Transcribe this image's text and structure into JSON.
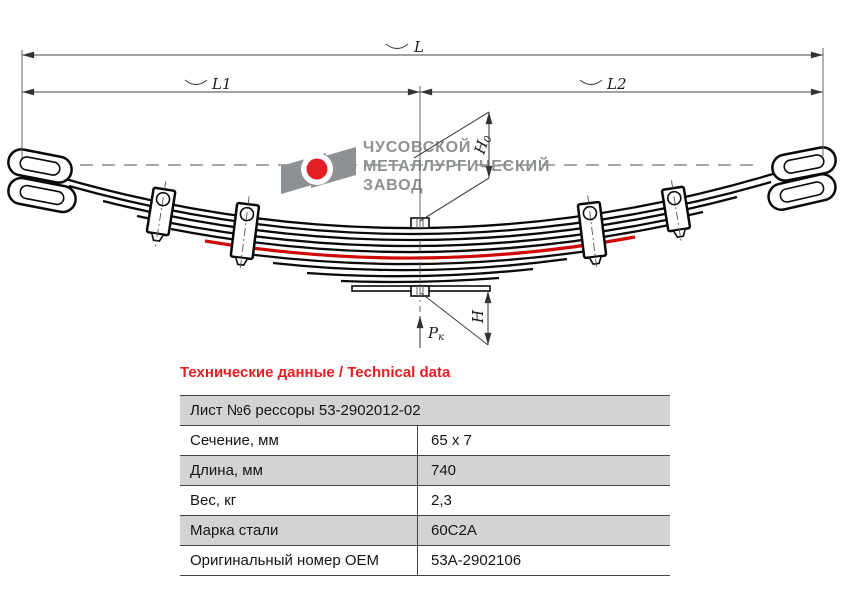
{
  "colors": {
    "accent-red": "#e31e24",
    "leaf-red": "#cf0a0a",
    "logo-gray": "#8d9193",
    "row-gray": "#d3d3d3",
    "border-dark": "#454545"
  },
  "drawing": {
    "logo": {
      "line1": "ЧУСОВСКОЙ",
      "line2": "МЕТАЛЛУРГИЧЕСКИЙ",
      "line3": "ЗАВОД"
    },
    "dims": {
      "l": "L",
      "l1": "L1",
      "l2": "L2",
      "h0_main": "H",
      "h0_sub": "0",
      "h": "H",
      "pk_main": "P",
      "pk_sub": "к"
    }
  },
  "table": {
    "title": "Технические данные / Technical data",
    "header": "Лист №6 рессоры 53-2902012-02",
    "rows": [
      {
        "label": "Сечение, мм",
        "value": "65 x 7"
      },
      {
        "label": "Длина, мм",
        "value": "740"
      },
      {
        "label": "Вес, кг",
        "value": "2,3"
      },
      {
        "label": "Марка стали",
        "value": "60С2А"
      },
      {
        "label": "Оригинальный номер OEM",
        "value": "53А-2902106"
      }
    ]
  }
}
